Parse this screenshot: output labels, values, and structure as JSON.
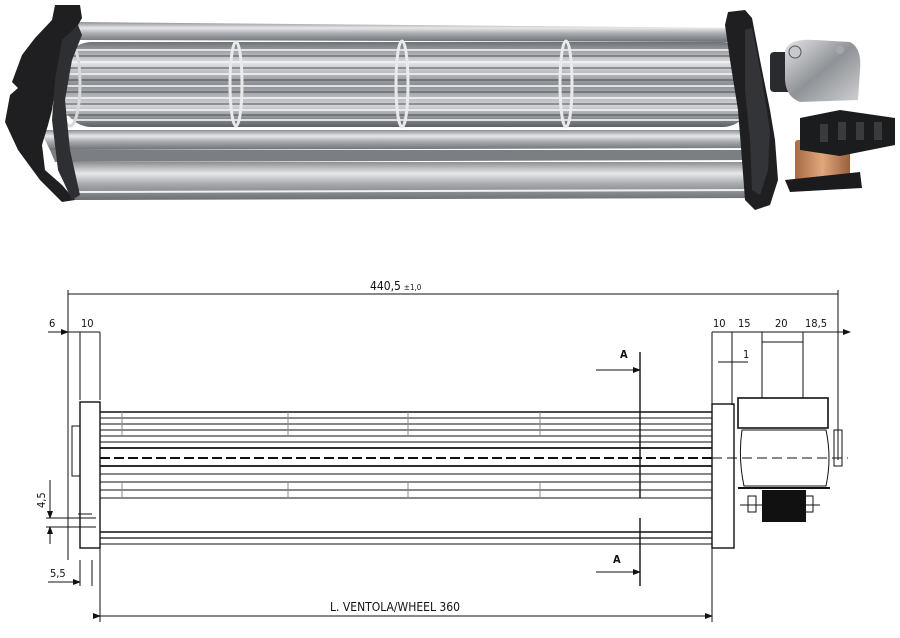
{
  "product": {
    "type": "tangential-fan",
    "photo_alt": "Tangential cross-flow fan with aluminum housing, black end plates and shaded-pole motor"
  },
  "drawing": {
    "overall_length": "440,5",
    "overall_tolerance": "±1,0",
    "left_offsets": {
      "a": "6",
      "b": "10"
    },
    "right_offsets": {
      "a": "10",
      "b": "15",
      "c": "20",
      "d": "18,5"
    },
    "small_offset": "1",
    "vertical_offset": "4,5",
    "bottom_offset": "5,5",
    "section_label_top": "A",
    "section_label_bottom": "A",
    "wheel_length_label": "L. VENTOLA/WHEEL 360"
  },
  "colors": {
    "background": "#ffffff",
    "line": "#111111",
    "aluminum": "#b9bcc0",
    "plastic": "#222222",
    "copper": "#c98d62"
  }
}
